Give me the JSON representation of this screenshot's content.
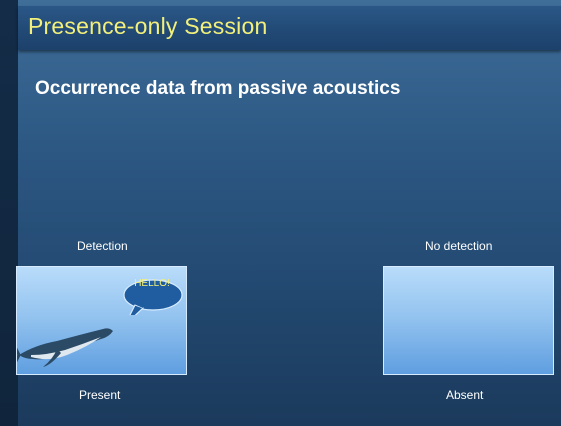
{
  "slide": {
    "title": "Presence-only Session",
    "subtitle": "Occurrence data from passive acoustics"
  },
  "left_panel": {
    "top_label": "Detection",
    "bottom_label": "Present",
    "bubble_text": "HELLO!",
    "image": "humpback-whale-icon"
  },
  "right_panel": {
    "top_label": "No detection",
    "bottom_label": "Absent"
  },
  "colors": {
    "background": "#2e5a86",
    "title_text": "#f2f07a",
    "panel_light": "#b9dcfa",
    "panel_dark": "#5f9ee0",
    "bubble_fill": "#1f5da0"
  }
}
